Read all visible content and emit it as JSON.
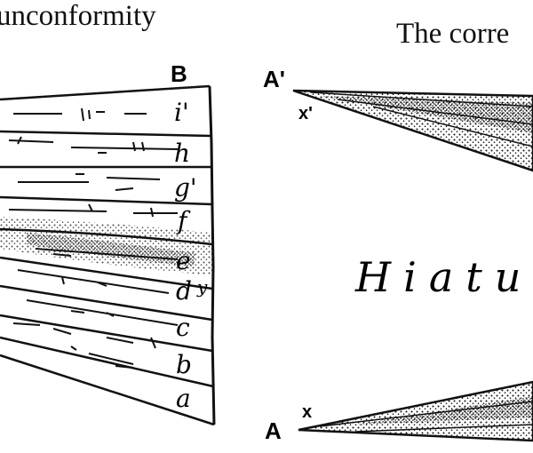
{
  "captions": {
    "left": "unconformity",
    "right": "The corre"
  },
  "column": {
    "top_label": "B",
    "layers": [
      {
        "label": "i'"
      },
      {
        "label": "h"
      },
      {
        "label": "g'"
      },
      {
        "label": "f"
      },
      {
        "label": "e"
      },
      {
        "label": "d"
      },
      {
        "label": "c"
      },
      {
        "label": "b"
      },
      {
        "label": "a"
      }
    ],
    "side_mark": "y"
  },
  "wedges": {
    "upper_point": "A'",
    "upper_mark": "x'",
    "lower_point": "A",
    "lower_mark": "x"
  },
  "hiatus_text": "Hiatu",
  "colors": {
    "ink": "#111111",
    "paper": "#ffffff"
  }
}
